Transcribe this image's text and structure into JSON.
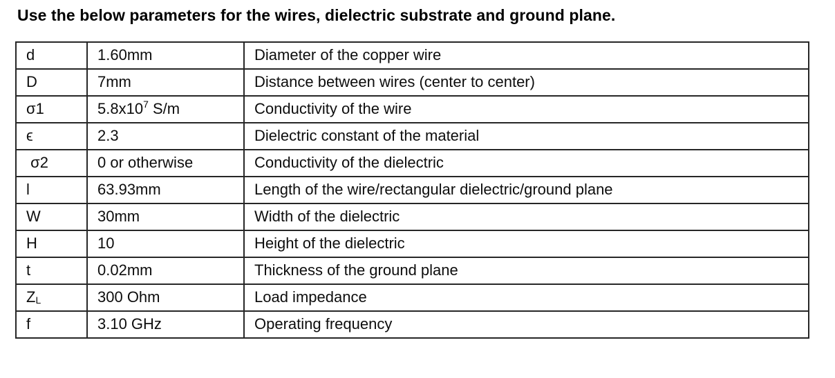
{
  "title": "Use the below parameters for the wires, dielectric substrate and ground plane.",
  "table": {
    "rows": [
      {
        "sym": "d",
        "val": "1.60mm",
        "desc": "Diameter of the copper wire"
      },
      {
        "sym": "D",
        "val": "7mm",
        "desc": "Distance between wires (center to center)"
      },
      {
        "sym": "σ1",
        "val": "5.8x10",
        "val_sup": "7",
        "val_rest": " S/m",
        "desc": "Conductivity of the wire"
      },
      {
        "sym": "ϵ",
        "val": "2.3",
        "desc": "Dielectric constant of the material"
      },
      {
        "sym": " σ2",
        "val": "0 or otherwise",
        "desc": "Conductivity of the dielectric"
      },
      {
        "sym": "l",
        "val": "63.93mm",
        "desc": "Length of the wire/rectangular dielectric/ground plane"
      },
      {
        "sym": "W",
        "val": "30mm",
        "desc": "Width of the dielectric"
      },
      {
        "sym": "H",
        "val": "10",
        "desc": "Height of the dielectric"
      },
      {
        "sym": "t",
        "val": "0.02mm",
        "desc": "Thickness of the ground plane"
      },
      {
        "sym": "Z",
        "sym_sub": "L",
        "val": "300 Ohm",
        "desc": "Load impedance"
      },
      {
        "sym": "f",
        "val": "3.10 GHz",
        "desc": "Operating frequency"
      }
    ]
  }
}
